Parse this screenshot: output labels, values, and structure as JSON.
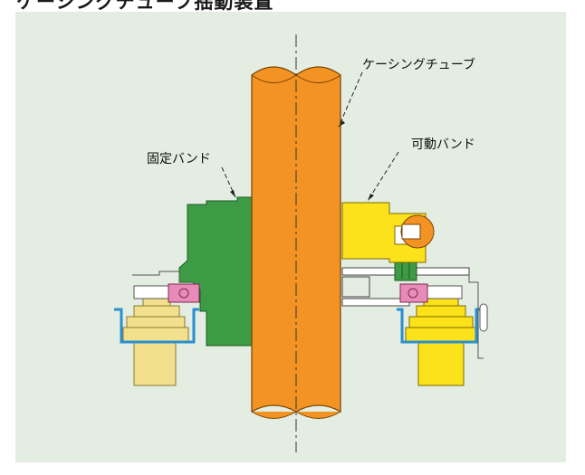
{
  "title": "ケーシングチューブ揺動装置",
  "labels": {
    "casing_tube": "ケーシングチューブ",
    "fixed_band": "固定バンド",
    "movable_band": "可動バンド"
  },
  "colors": {
    "background": "#e3ede1",
    "tube": "#f39324",
    "fixed_band": "#3e9b45",
    "movable_band": "#fbe21a",
    "cylinder": "#f3e08c",
    "bearing": "#e98bb8",
    "bracket": "#2a8fd0"
  }
}
